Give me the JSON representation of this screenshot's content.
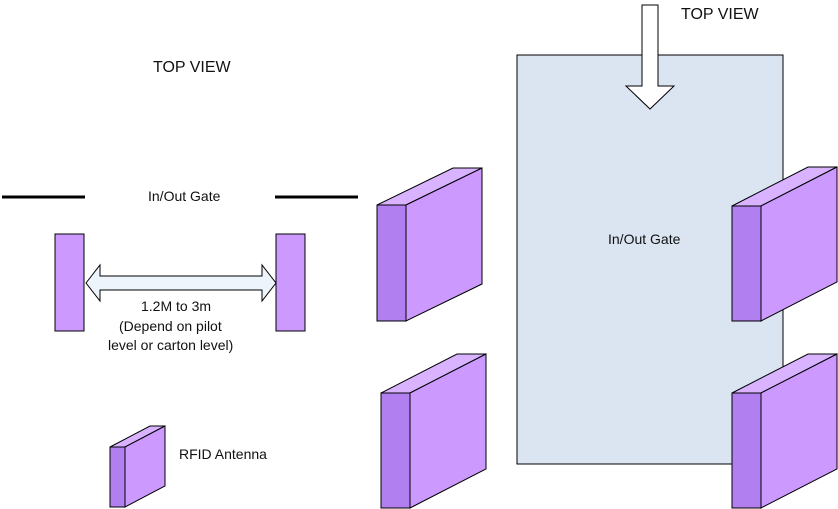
{
  "left_panel": {
    "title": "TOP VIEW",
    "gate_label": "In/Out Gate",
    "distance_line1": "1.2M to 3m",
    "distance_line2": "(Depend on pilot",
    "distance_line3": "level or carton level)",
    "legend_label": "RFID Antenna"
  },
  "right_panel": {
    "title": "TOP VIEW",
    "gate_label": "In/Out Gate"
  },
  "colors": {
    "antenna_front": "#cc99ff",
    "antenna_side": "#b27ff0",
    "antenna_top": "#d9b3ff",
    "gate_fill": "#dbe5f1",
    "arrow_fill": "#ffffff",
    "arrow_double_fill": "#eef4fb",
    "stroke": "#000000"
  }
}
